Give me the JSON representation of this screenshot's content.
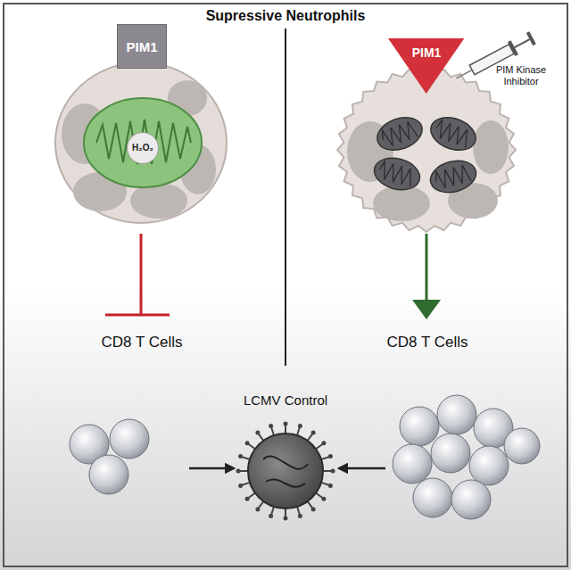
{
  "diagram": {
    "title": "Supressive Neutrophils",
    "nodes": [
      {
        "text": [
          "PIM1"
        ]
      },
      {
        "text": [
          "H₂O₂"
        ]
      },
      {
        "text": [
          "PIM1"
        ]
      }
    ],
    "edges": [],
    "labels": [
      "PIM Kinase Inhibitor",
      "CD8 T Cells",
      "CD8 T Cells",
      "LCMV Control"
    ]
  }
}
